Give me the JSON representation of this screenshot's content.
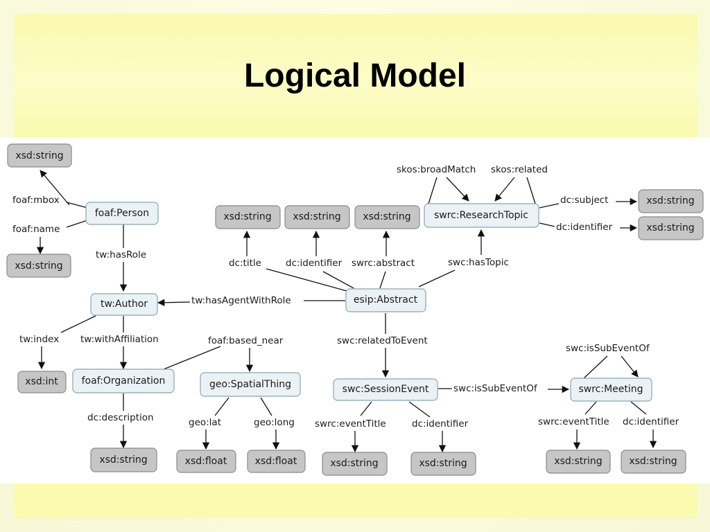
{
  "slide": {
    "title": "Logical Model"
  },
  "nodes": {
    "person": "foaf:Person",
    "mbox_string": "xsd:string",
    "name_string": "xsd:string",
    "author": "tw:Author",
    "index_int": "xsd:int",
    "organization": "foaf:Organization",
    "org_desc_string": "xsd:string",
    "spatial_thing": "geo:SpatialThing",
    "lat_float": "xsd:float",
    "long_float": "xsd:float",
    "abstract": "esip:Abstract",
    "title_string": "xsd:string",
    "identifier_string": "xsd:string",
    "abstract_string": "xsd:string",
    "research_topic": "swrc:ResearchTopic",
    "subject_string": "xsd:string",
    "topic_identifier_string": "xsd:string",
    "session_event": "swc:SessionEvent",
    "session_title_string": "xsd:string",
    "session_identifier_string": "xsd:string",
    "meeting": "swrc:Meeting",
    "meeting_title_string": "xsd:string",
    "meeting_identifier_string": "xsd:string"
  },
  "edges": {
    "mbox": "foaf:mbox",
    "name": "foaf:name",
    "has_role": "tw:hasRole",
    "index": "tw:index",
    "with_affiliation": "tw:withAffiliation",
    "description": "dc:description",
    "based_near": "foaf:based_near",
    "lat": "geo:lat",
    "long": "geo:long",
    "has_agent_with_role": "tw:hasAgentWithRole",
    "title": "dc:title",
    "identifier": "dc:identifier",
    "abstract": "swrc:abstract",
    "has_topic": "swc:hasTopic",
    "broad_match": "skos:broadMatch",
    "related": "skos:related",
    "subject": "dc:subject",
    "topic_identifier": "dc:identifier",
    "related_to_event": "swc:relatedToEvent",
    "is_sub_event_of": "swc:isSubEventOf",
    "meeting_is_sub_event_of": "swc:isSubEventOf",
    "session_event_title": "swrc:eventTitle",
    "session_identifier": "dc:identifier",
    "meeting_event_title": "swrc:eventTitle",
    "meeting_identifier": "dc:identifier"
  }
}
